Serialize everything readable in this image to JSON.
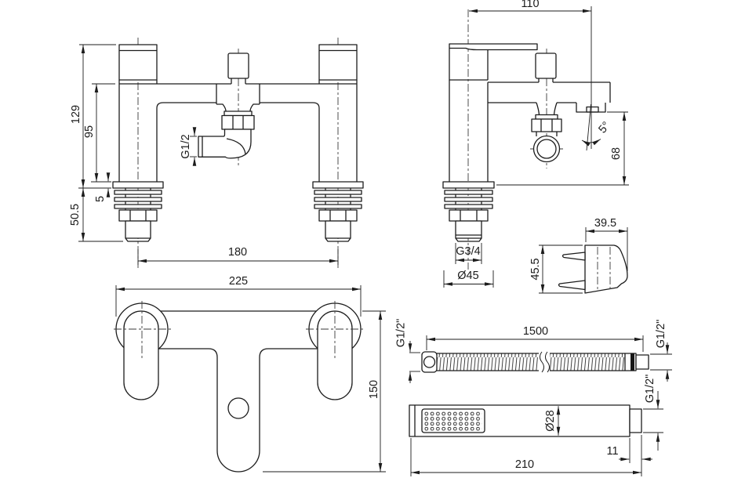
{
  "colors": {
    "line": "#1c1c1c",
    "background": "#ffffff"
  },
  "views": {
    "front": {
      "dims": {
        "overall_height": "129",
        "body_height": "95",
        "deck_plate": "5",
        "under_deck": "50.5",
        "centres": "180",
        "outlet_thread": "G1/2"
      }
    },
    "side": {
      "dims": {
        "spout_reach": "110",
        "spray_angle": "5°",
        "spout_height": "68",
        "tail_thread": "G3/4",
        "base_diameter": "Ø45"
      }
    },
    "bracket": {
      "dims": {
        "depth": "39.5",
        "height": "45.5"
      }
    },
    "plan": {
      "dims": {
        "overall_width": "225",
        "overall_depth": "150"
      }
    },
    "hose": {
      "dims": {
        "length": "1500",
        "thread_left": "G1/2\"",
        "thread_right": "G1/2\""
      }
    },
    "handset": {
      "dims": {
        "length": "210",
        "diameter": "Ø28",
        "thread_length": "11",
        "thread": "G1/2\""
      }
    }
  }
}
